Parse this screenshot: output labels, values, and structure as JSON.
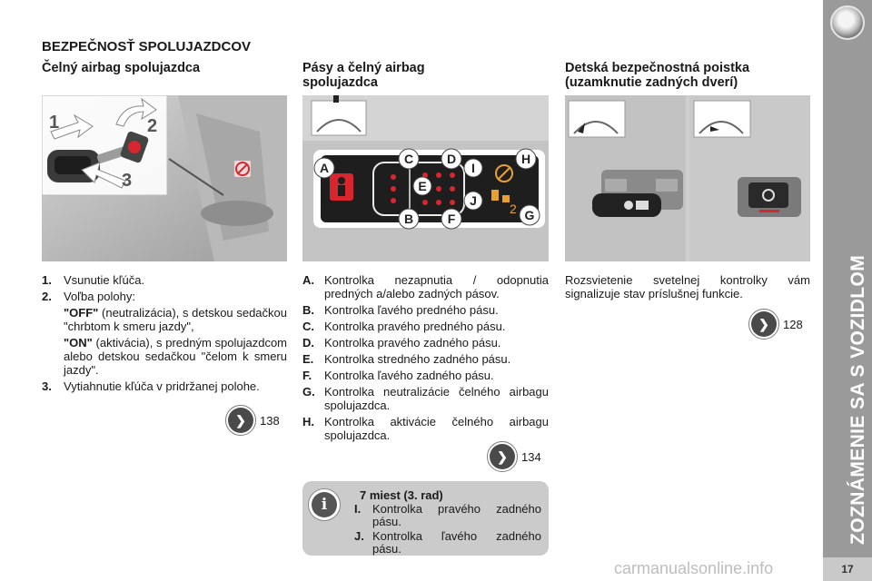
{
  "page": {
    "title": "BEZPEČNOSŤ SPOLUJAZDCOV",
    "side_title": "ZOZNÁMENIE SA S VOZIDLOM",
    "page_number": "17",
    "watermark": "carmanualsonline.info"
  },
  "col1": {
    "title": "Čelný airbag spolujazdca",
    "photo_labels": [
      "1",
      "2",
      "3"
    ],
    "items": [
      {
        "label": "1.",
        "text": "Vsunutie kľúča."
      },
      {
        "label": "2.",
        "text": "Voľba polohy:"
      },
      {
        "label": "3.",
        "text": "Vytiahnutie kľúča v pridržanej polohe."
      }
    ],
    "sub_off_key": "\"OFF\"",
    "sub_off_text": " (neutralizácia), s detskou sedačkou \"chrbtom k smeru jazdy\",",
    "sub_on_key": "\"ON\"",
    "sub_on_text": " (aktivácia), s predným spolujazdcom alebo detskou sedačkou \"čelom k smeru jazdy\".",
    "ref": "138"
  },
  "col2": {
    "title_line1": "Pásy a čelný airbag",
    "title_line2": "spolujazdca",
    "panel_labels": [
      "A",
      "B",
      "C",
      "D",
      "E",
      "F",
      "G",
      "H",
      "I",
      "J"
    ],
    "items": [
      {
        "label": "A.",
        "text": "Kontrolka nezapnutia / odopnutia predných a/alebo zadných pásov."
      },
      {
        "label": "B.",
        "text": "Kontrolka ľavého predného pásu."
      },
      {
        "label": "C.",
        "text": "Kontrolka pravého predného pásu."
      },
      {
        "label": "D.",
        "text": "Kontrolka pravého zadného pásu."
      },
      {
        "label": "E.",
        "text": "Kontrolka stredného zadného pásu."
      },
      {
        "label": "F.",
        "text": "Kontrolka ľavého zadného pásu."
      },
      {
        "label": "G.",
        "text": "Kontrolka neutralizácie čelného airbagu spolujazdca."
      },
      {
        "label": "H.",
        "text": "Kontrolka aktivácie čelného airbagu spolujazdca."
      }
    ],
    "ref": "134",
    "info": {
      "title": "7 miest (3. rad)",
      "items": [
        {
          "label": "I.",
          "text": "Kontrolka pravého zadného pásu."
        },
        {
          "label": "J.",
          "text": "Kontrolka ľavého zadného pásu."
        }
      ]
    }
  },
  "col3": {
    "title_line1": "Detská bezpečnostná poistka",
    "title_line2": "(uzamknutie zadných dverí)",
    "text": "Rozsvietenie svetelnej kontrolky vám signalizuje stav príslušnej funkcie.",
    "ref": "128"
  },
  "colors": {
    "sidebar": "#9a9a9a",
    "panel_red": "#d8262e",
    "panel_orange": "#e8a030",
    "info_box": "#cbcbcb"
  }
}
